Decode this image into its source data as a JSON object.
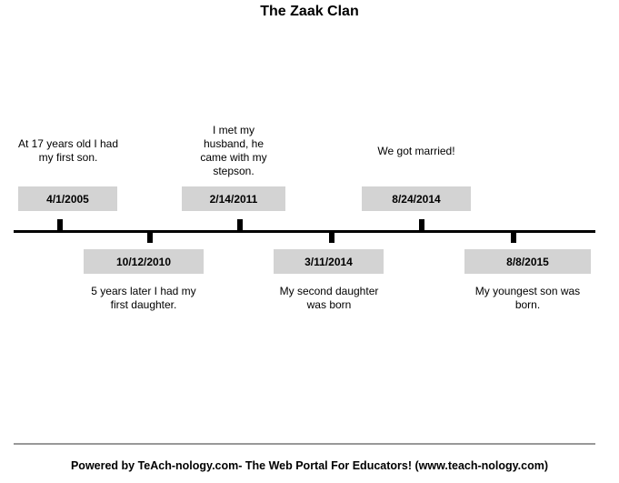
{
  "title": "The Zaak Clan",
  "events": [
    {
      "date": "4/1/2005",
      "text": "At 17 years old I had my first son."
    },
    {
      "date": "10/12/2010",
      "text": "5 years later I had my first daughter."
    },
    {
      "date": "2/14/2011",
      "text": "I met my husband, he came with my stepson."
    },
    {
      "date": "3/11/2014",
      "text": "My second daughter was born"
    },
    {
      "date": "8/24/2014",
      "text": "We got married!"
    },
    {
      "date": "8/8/2015",
      "text": "My youngest son was born."
    }
  ],
  "footer": "Powered by TeAch-nology.com- The Web Portal For Educators! (www.teach-nology.com)"
}
